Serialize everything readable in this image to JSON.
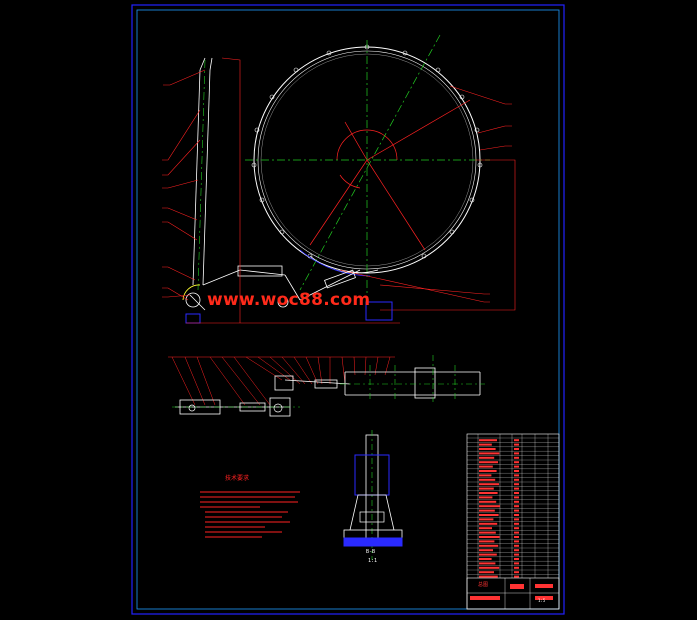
{
  "watermark": {
    "text": "www.woc88.com",
    "color": "#ff2a1a"
  },
  "colors": {
    "background": "#000000",
    "frame": "#2121ff",
    "inner_frame": "#1e9aff",
    "drawing": "#ffffff",
    "leader": "#ff2222",
    "centerline": "#22cc22",
    "part": "#2a2aff",
    "yellow": "#ffff33"
  },
  "notes": {
    "title": "技术要求"
  },
  "section": {
    "label": "B-B",
    "sub": "1:1"
  },
  "title_block": {
    "name": "总图",
    "scale": "1:5"
  }
}
